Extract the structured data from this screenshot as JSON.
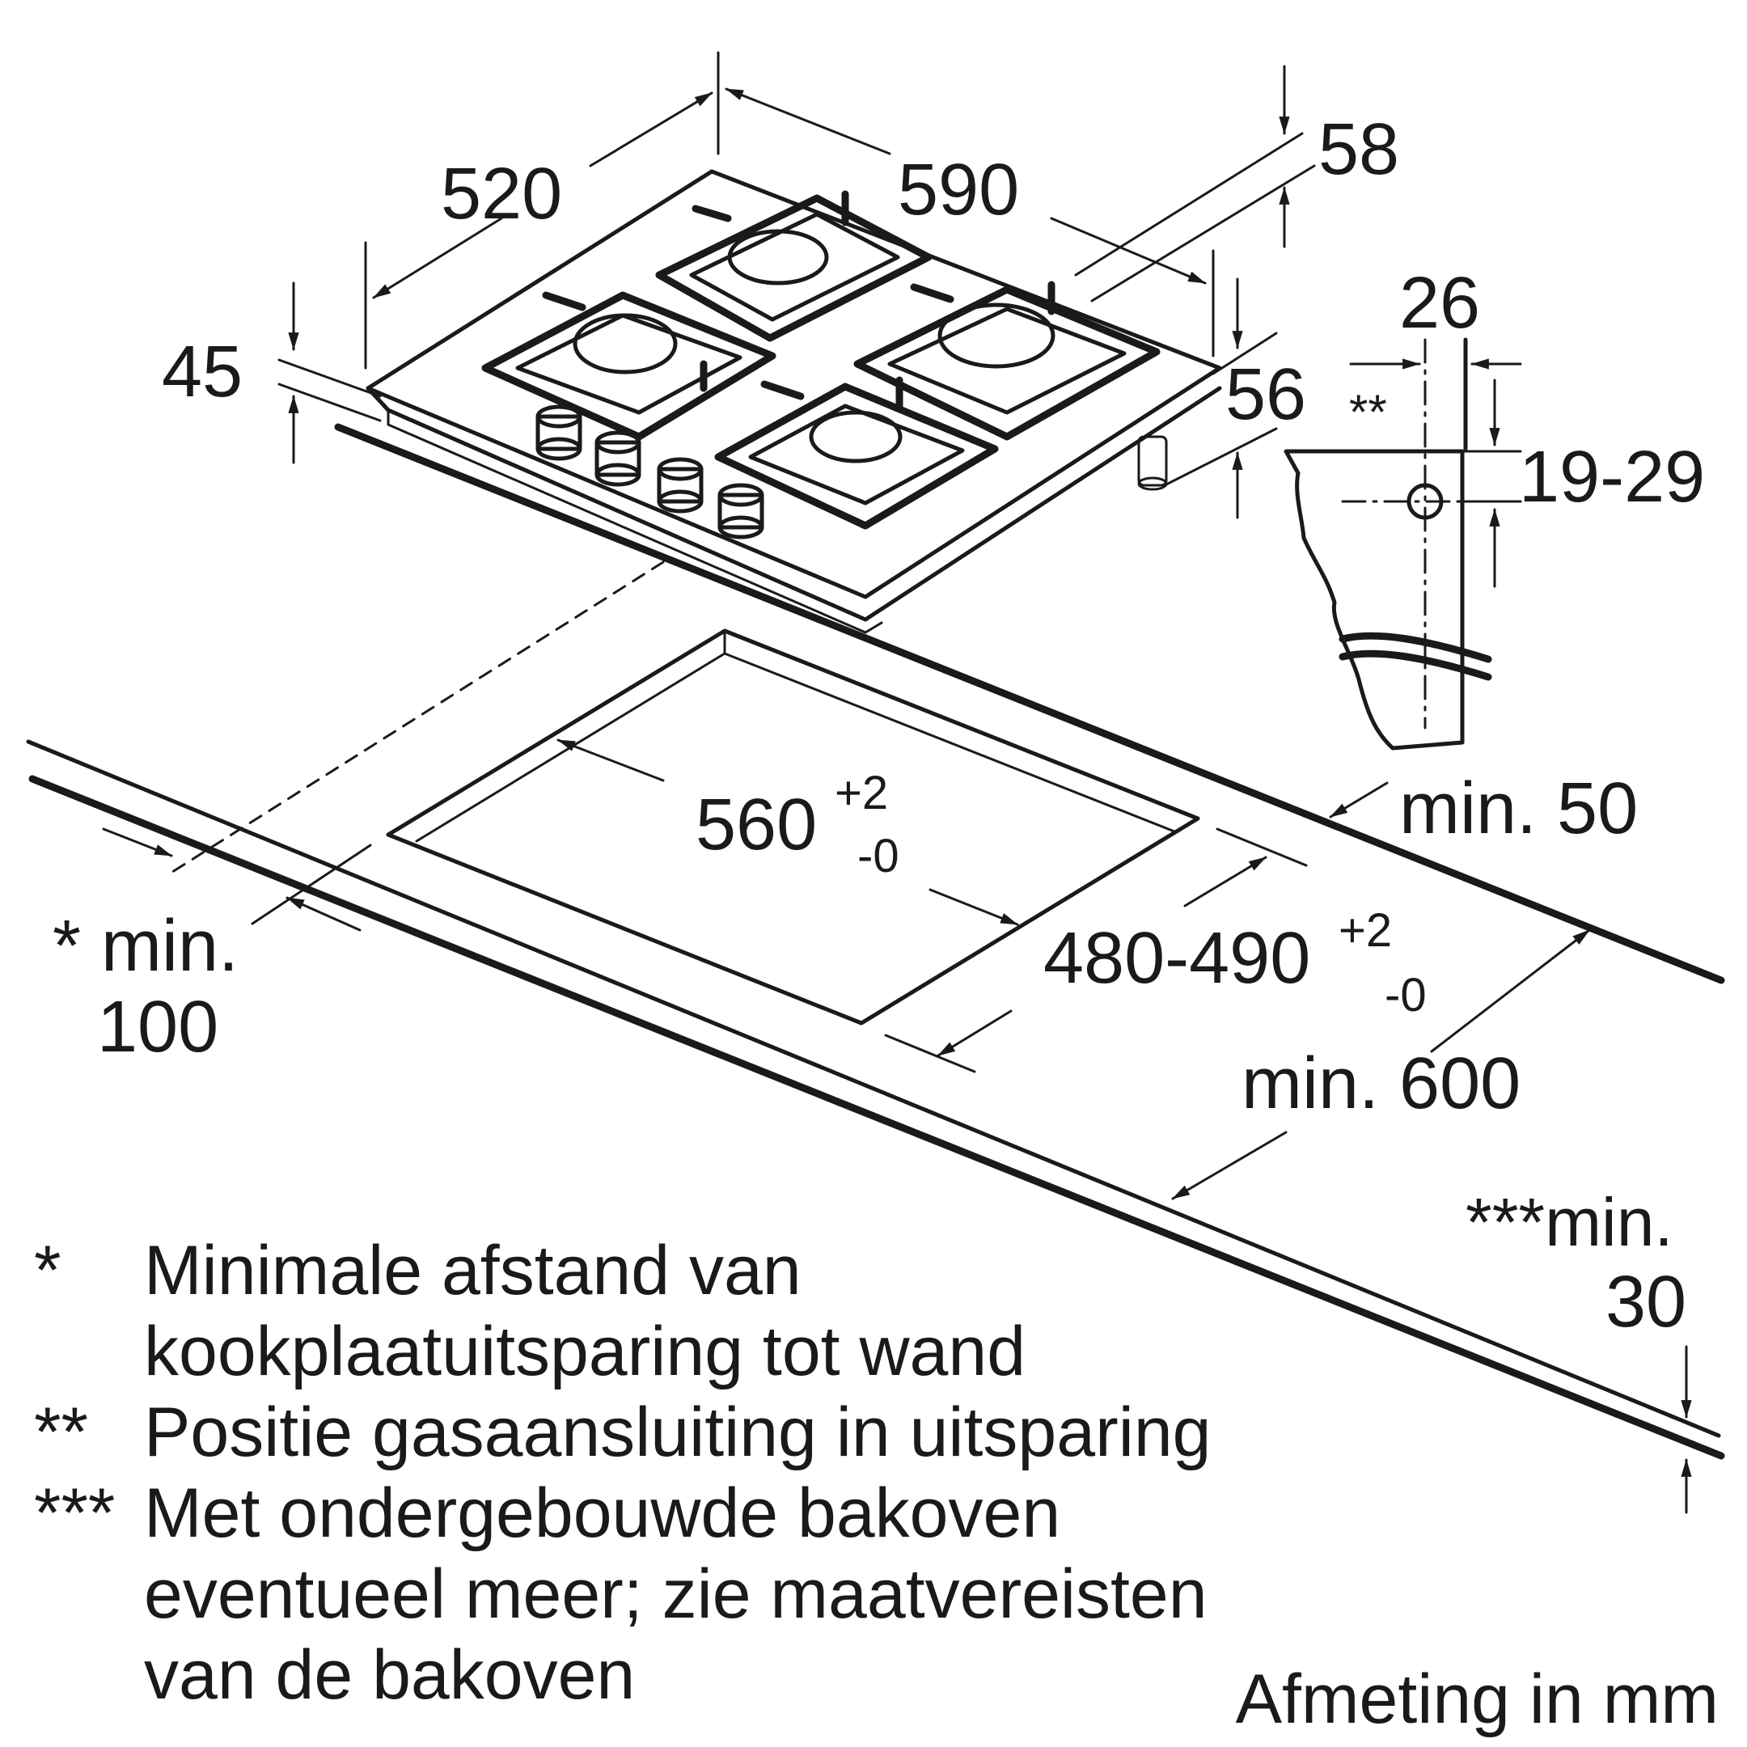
{
  "dimensions": {
    "width_520": "520",
    "depth_590": "590",
    "height_58": "58",
    "height_45": "45",
    "height_56": "56",
    "gas_offset_26": "26",
    "gas_marker": "**",
    "gas_height": "19-29",
    "cutout_width_main": "560",
    "cutout_width_tol_plus": "+2",
    "cutout_width_tol_minus": "-0",
    "cutout_depth_main": "480-490",
    "cutout_depth_tol_plus": "+2",
    "cutout_depth_tol_minus": "-0",
    "min_50": "min. 50",
    "min_600": "min. 600",
    "wall_min_line1": "* min.",
    "wall_min_line2": "100",
    "oven_min_line1": "***min.",
    "oven_min_line2": "30"
  },
  "notes": [
    {
      "marker": "*",
      "lines": [
        "Minimale afstand van",
        "kookplaatuitsparing tot wand"
      ]
    },
    {
      "marker": "**",
      "lines": [
        "Positie gasaansluiting in uitsparing"
      ]
    },
    {
      "marker": "***",
      "lines": [
        "Met ondergebouwde bakoven",
        "eventueel meer; zie maatvereisten",
        "van de bakoven"
      ]
    }
  ],
  "unit_label": "Afmeting in mm"
}
